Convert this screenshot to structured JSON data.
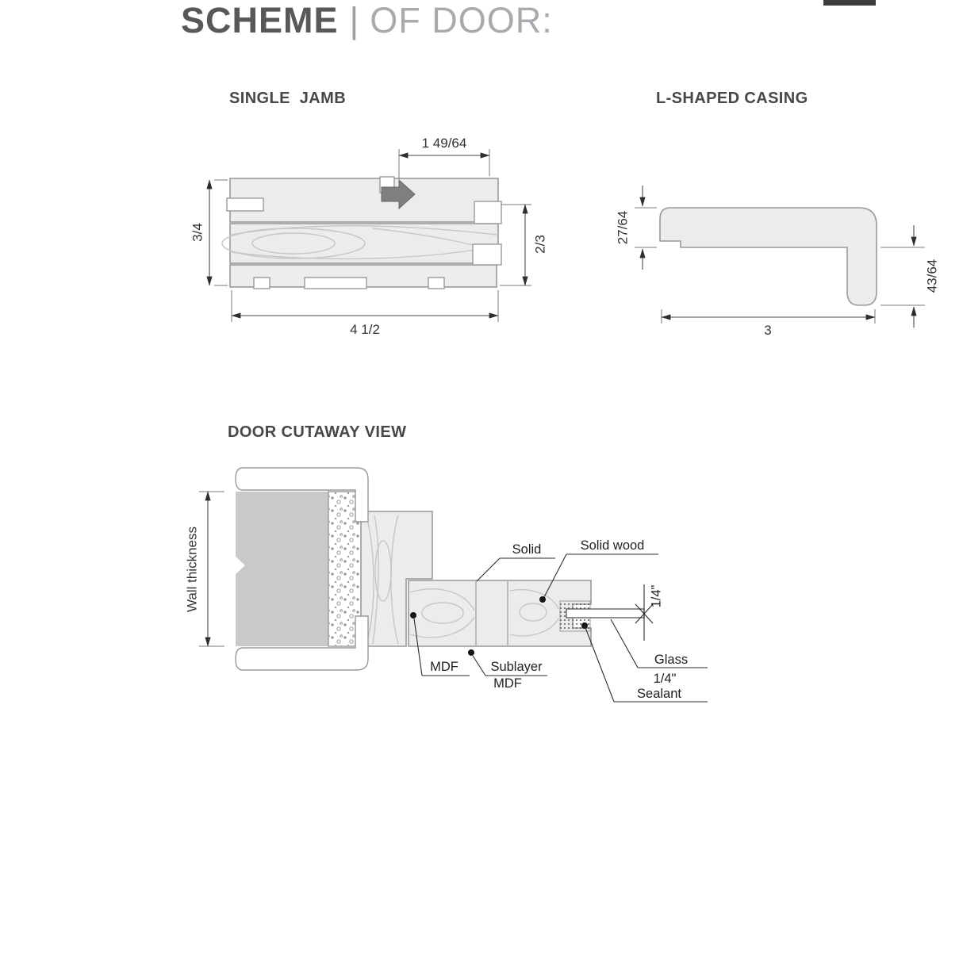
{
  "title": {
    "main": "SCHEME",
    "divider": "|",
    "sub": "OF DOOR:"
  },
  "single_jamb": {
    "heading": "SINGLE  JAMB",
    "dim_top": "1 49/64",
    "dim_left": "3/4",
    "dim_right": "2/3",
    "dim_bottom": "4 1/2"
  },
  "l_casing": {
    "heading": "L-SHAPED CASING",
    "dim_thickness": "27/64",
    "dim_leg": "43/64",
    "dim_width": "3"
  },
  "cutaway": {
    "heading": "DOOR CUTAWAY VIEW",
    "wall_thickness_label": "Wall thickness",
    "solid_label": "Solid",
    "solid_wood_label": "Solid wood",
    "glass_gap_dim": "1/4\"",
    "mdf_label": "MDF",
    "sublayer_label_line1": "Sublayer",
    "sublayer_label_line2": "MDF",
    "glass_label_line1": "Glass",
    "glass_label_line2": "1/4\"",
    "sealant_label": "Sealant"
  },
  "colors": {
    "outline": "#9a9a9a",
    "part_fill": "#ececec",
    "wall_fill": "#c9c9c9",
    "text": "#3c3c3c",
    "title_main": "#57585a",
    "title_sub": "#a8aaad"
  }
}
